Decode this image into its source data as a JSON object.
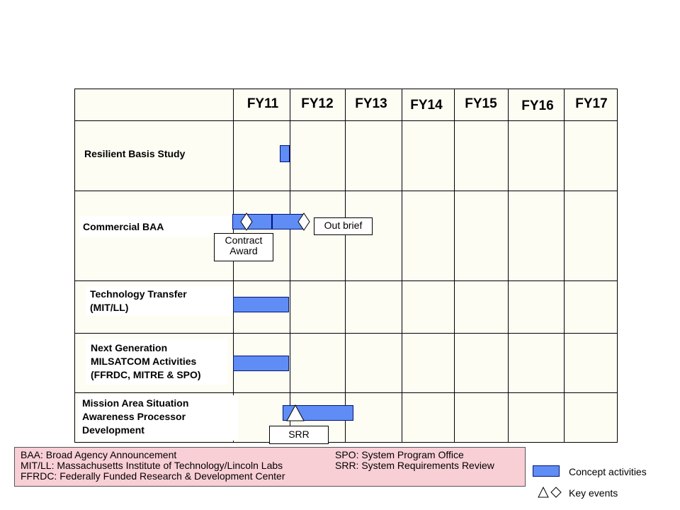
{
  "years": [
    "FY11",
    "FY12",
    "FY13",
    "FY14",
    "FY15",
    "FY16",
    "FY17"
  ],
  "tasks": [
    {
      "lines": [
        "Resilient Basis Study"
      ]
    },
    {
      "lines": [
        "Commercial BAA"
      ]
    },
    {
      "lines": [
        "Technology Transfer",
        "(MIT/LL)"
      ]
    },
    {
      "lines": [
        "Next Generation",
        "MILSATCOM Activities",
        "(FFRDC, MITRE & SPO)"
      ]
    },
    {
      "lines": [
        "Mission Area Situation",
        "Awareness Processor",
        "Development"
      ]
    }
  ],
  "callouts": {
    "outbrief": "Out brief",
    "contract_award": [
      "Contract",
      "Award"
    ],
    "srr": "SRR"
  },
  "abbreviations": {
    "left": [
      "BAA: Broad Agency Announcement",
      "MIT/LL:  Massachusetts Institute of Technology/Lincoln Labs",
      "FFRDC: Federally Funded Research & Development Center"
    ],
    "right": [
      "SPO: System Program Office",
      "SRR: System Requirements Review"
    ]
  },
  "key": {
    "concept": "Concept activities",
    "events": "Key events"
  },
  "colors": {
    "bar_fill": "#5f8df5",
    "bar_border": "#00137a",
    "legend_bg": "#f9cfd6",
    "grid_bg": "#fdfdf4"
  }
}
